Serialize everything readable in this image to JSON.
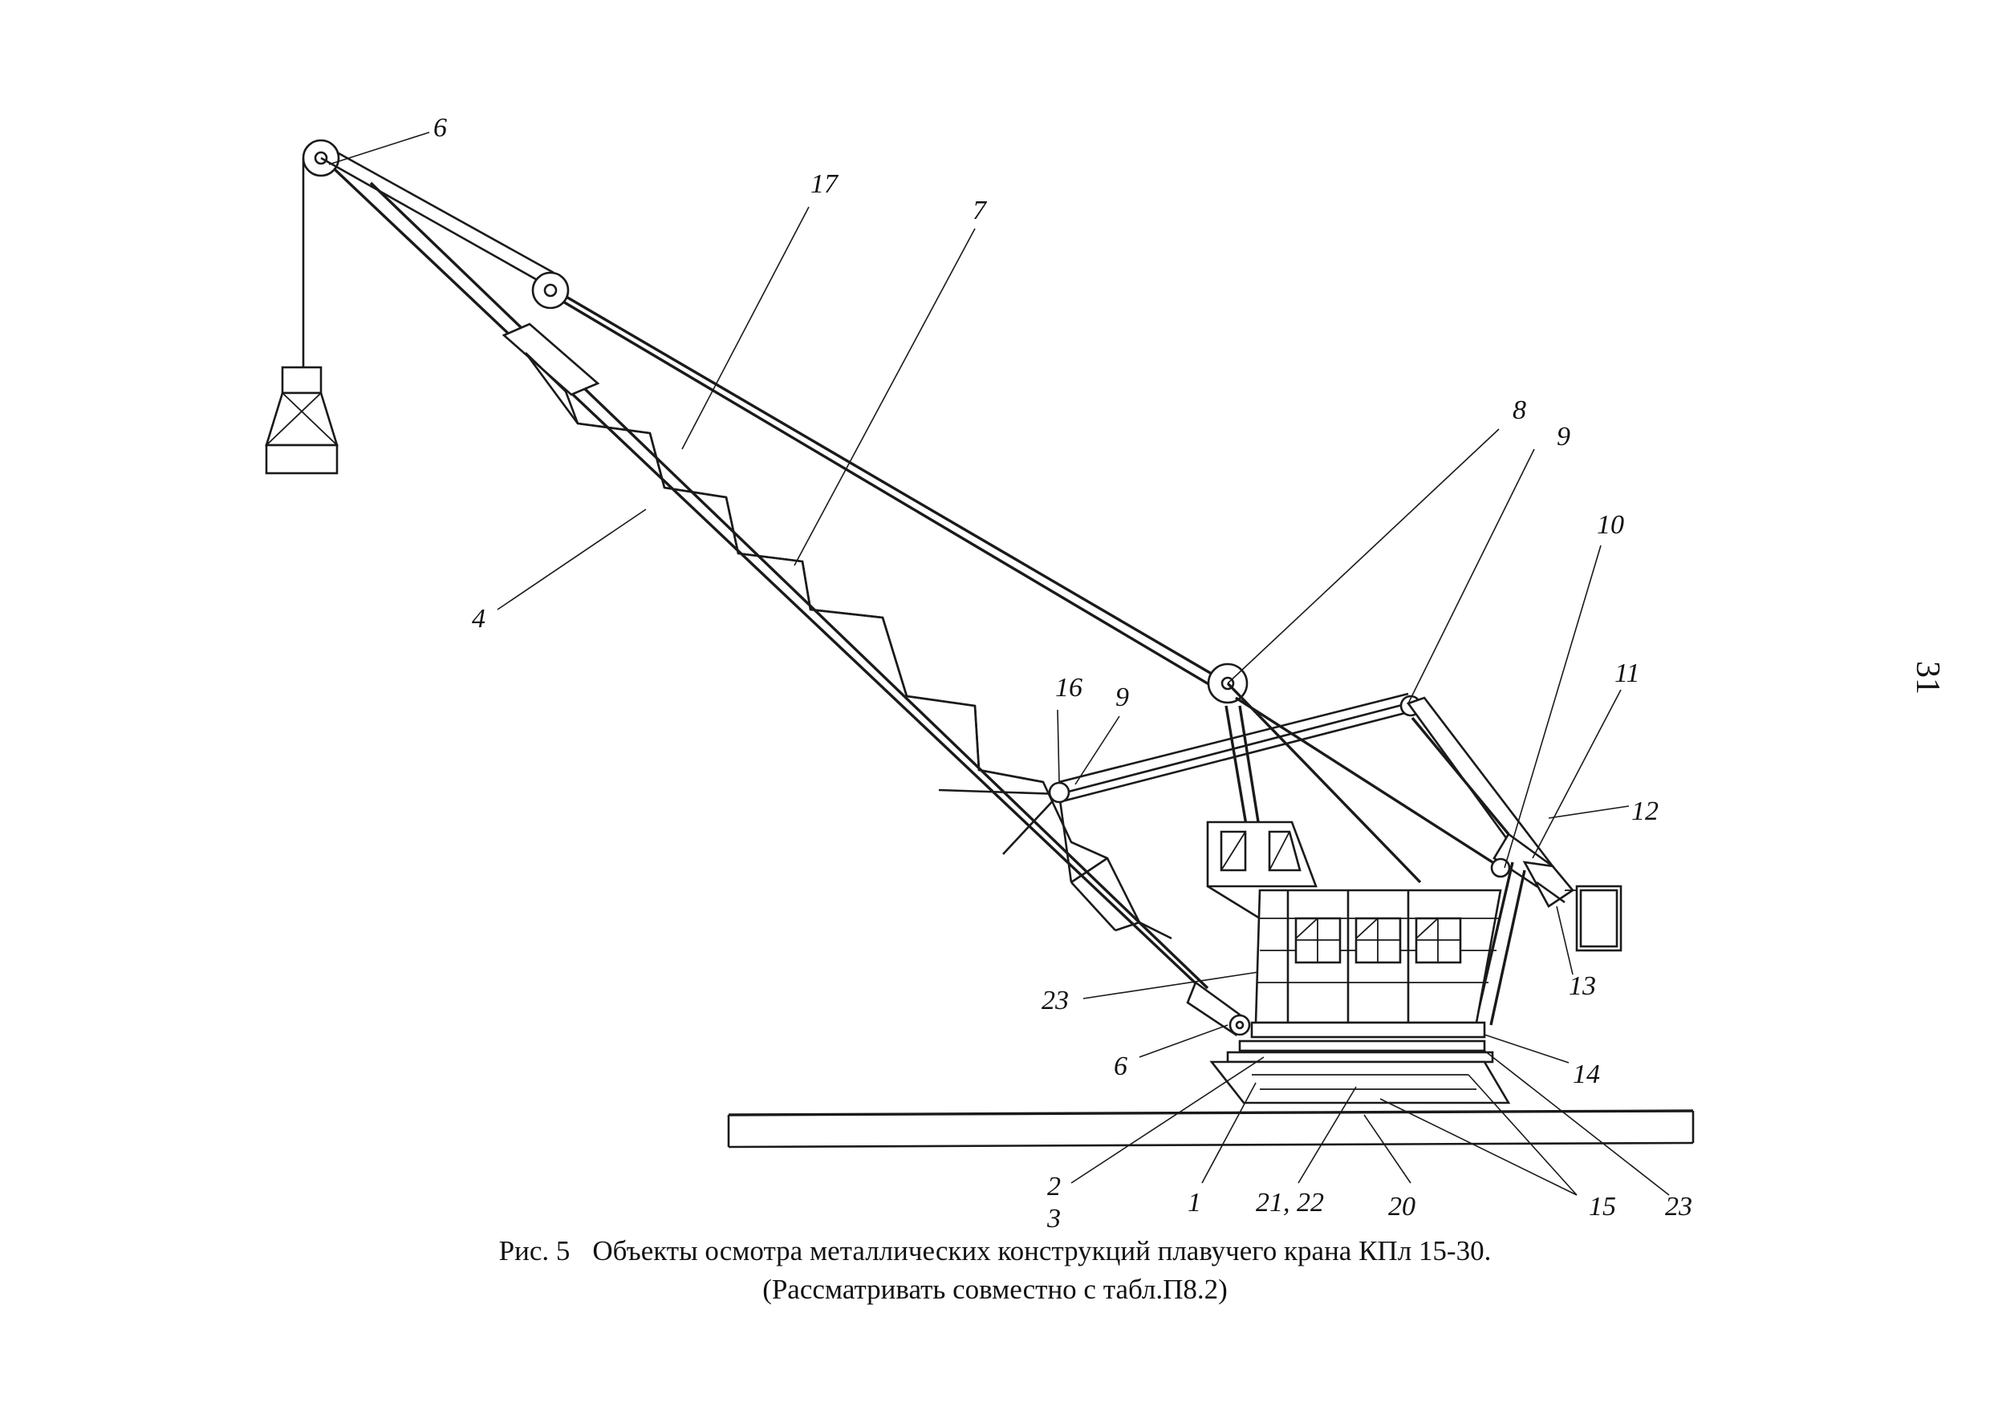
{
  "page_number": "31",
  "caption": {
    "figure_label": "Рис. 5",
    "title": "Объекты осмотра металлических конструкций плавучего крана КПл 15-30.",
    "note": "(Рассматривать совместно с табл.П8.2)"
  },
  "callouts": [
    {
      "id": "c6_top",
      "text": "6"
    },
    {
      "id": "c17",
      "text": "17"
    },
    {
      "id": "c7",
      "text": "7"
    },
    {
      "id": "c4",
      "text": "4"
    },
    {
      "id": "c8",
      "text": "8"
    },
    {
      "id": "c9_right",
      "text": "9"
    },
    {
      "id": "c10",
      "text": "10"
    },
    {
      "id": "c11",
      "text": "11"
    },
    {
      "id": "c12",
      "text": "12"
    },
    {
      "id": "c13",
      "text": "13"
    },
    {
      "id": "c16",
      "text": "16"
    },
    {
      "id": "c9_mid",
      "text": "9"
    },
    {
      "id": "c23_left",
      "text": "23"
    },
    {
      "id": "c6_bottom",
      "text": "6"
    },
    {
      "id": "c14",
      "text": "14"
    },
    {
      "id": "c2",
      "text": "2"
    },
    {
      "id": "c3",
      "text": "3"
    },
    {
      "id": "c1",
      "text": "1"
    },
    {
      "id": "c21_22",
      "text": "21, 22"
    },
    {
      "id": "c20",
      "text": "20"
    },
    {
      "id": "c15",
      "text": "15"
    },
    {
      "id": "c23_right",
      "text": "23"
    }
  ]
}
